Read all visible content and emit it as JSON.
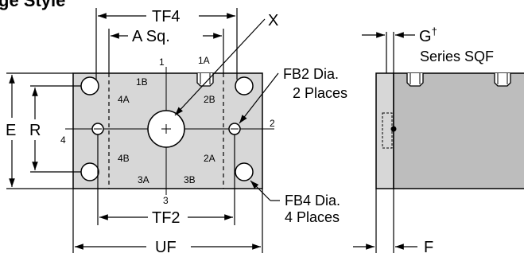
{
  "heading_fragment": "ge Style",
  "dimensions": {
    "tf4": "TF4",
    "a_sq": "A Sq.",
    "x": "X",
    "e": "E",
    "r": "R",
    "tf2": "TF2",
    "uf": "UF",
    "g": "G",
    "g_mark": "†",
    "f": "F"
  },
  "callouts": {
    "fb2_line1": "FB2 Dia.",
    "fb2_line2": "2 Places",
    "fb4_line1": "FB4 Dia.",
    "fb4_line2": "4 Places",
    "series": "Series SQF"
  },
  "ports": {
    "p1": "1",
    "p2": "2",
    "p3": "3",
    "p4": "4",
    "p1a": "1A",
    "p1b": "1B",
    "p2a": "2A",
    "p2b": "2B",
    "p3a": "3A",
    "p3b": "3B",
    "p4a": "4A",
    "p4b": "4B"
  },
  "colors": {
    "block_fill": "#d7d7d7",
    "side_face": "#bdbdbd",
    "line": "#000000"
  }
}
